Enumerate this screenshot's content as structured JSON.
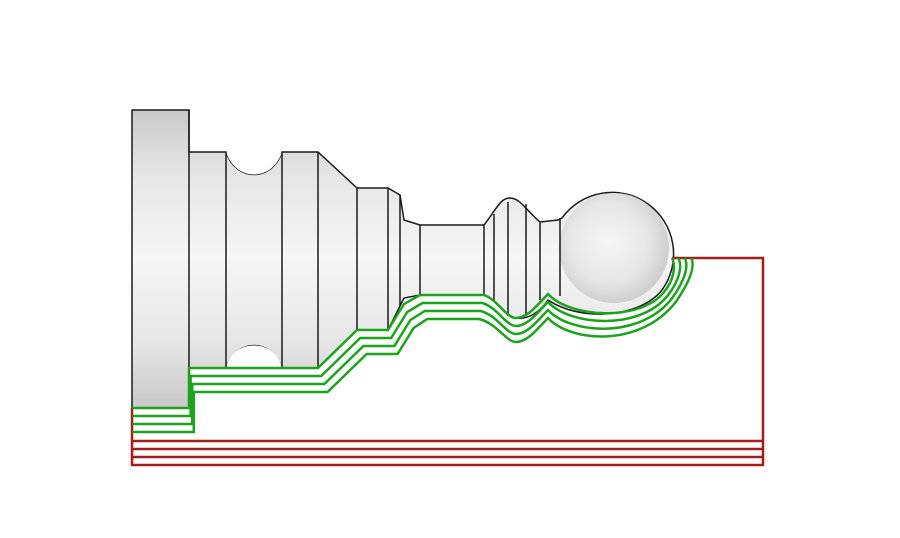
{
  "diagram": {
    "subject": "lathe-turned-part-with-toolpaths",
    "colors": {
      "background": "#ffffff",
      "part_light": "#f6f6f6",
      "part_mid": "#e6e6e6",
      "part_dark": "#c9c9c9",
      "part_outline": "#1a1a1a",
      "finish_toolpath": "#1ca31c",
      "rough_toolpath": "#a31d1d"
    },
    "finish_passes": 4,
    "rough_passes": 4
  }
}
